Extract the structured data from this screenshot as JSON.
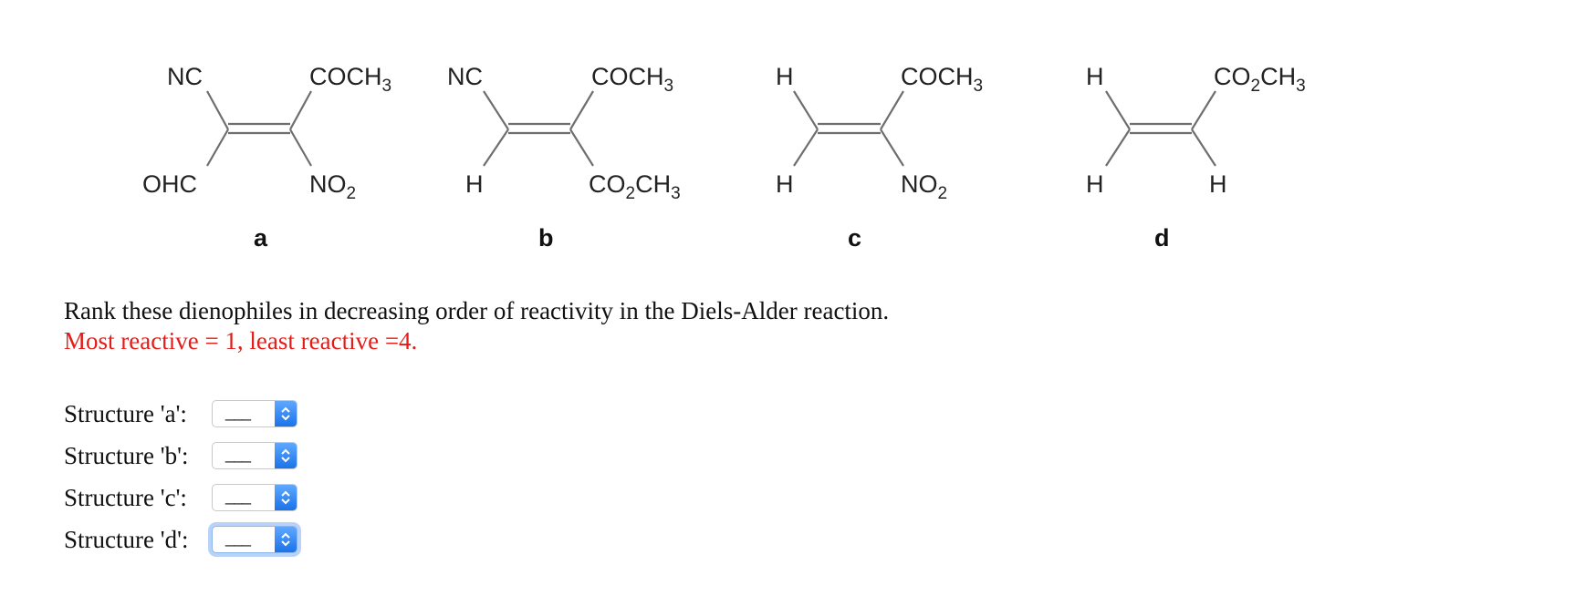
{
  "molecules": [
    {
      "letter": "a",
      "top_left": "NC",
      "top_right": "COCH",
      "top_right_sub": "3",
      "bottom_left": "OHC",
      "bottom_right": "NO",
      "bottom_right_sub": "2"
    },
    {
      "letter": "b",
      "top_left": "NC",
      "top_right": "COCH",
      "top_right_sub": "3",
      "bottom_left": "H",
      "bottom_right": "CO",
      "bottom_right_sub": "2",
      "bottom_right_tail": "CH",
      "bottom_right_sub2": "3"
    },
    {
      "letter": "c",
      "top_left": "H",
      "top_right": "COCH",
      "top_right_sub": "3",
      "bottom_left": "H",
      "bottom_right": "NO",
      "bottom_right_sub": "2"
    },
    {
      "letter": "d",
      "top_left": "H",
      "top_right": "CO",
      "top_right_sub": "2",
      "top_right_tail": "CH",
      "top_right_sub2": "3",
      "bottom_left": "H",
      "bottom_right": "H"
    }
  ],
  "question": {
    "text": "Rank these dienophiles in decreasing order of reactivity in the Diels-Alder reaction.",
    "note": "Most reactive = 1, least reactive =4."
  },
  "answers": [
    {
      "label": "Structure 'a':",
      "value": "___"
    },
    {
      "label": "Structure 'b':",
      "value": "___"
    },
    {
      "label": "Structure 'c':",
      "value": "___"
    },
    {
      "label": "Structure 'd':",
      "value": "___"
    }
  ],
  "colors": {
    "note": "#e41b17",
    "select_accent": "#1a73e8",
    "focus_ring": "#b8d3f7"
  }
}
